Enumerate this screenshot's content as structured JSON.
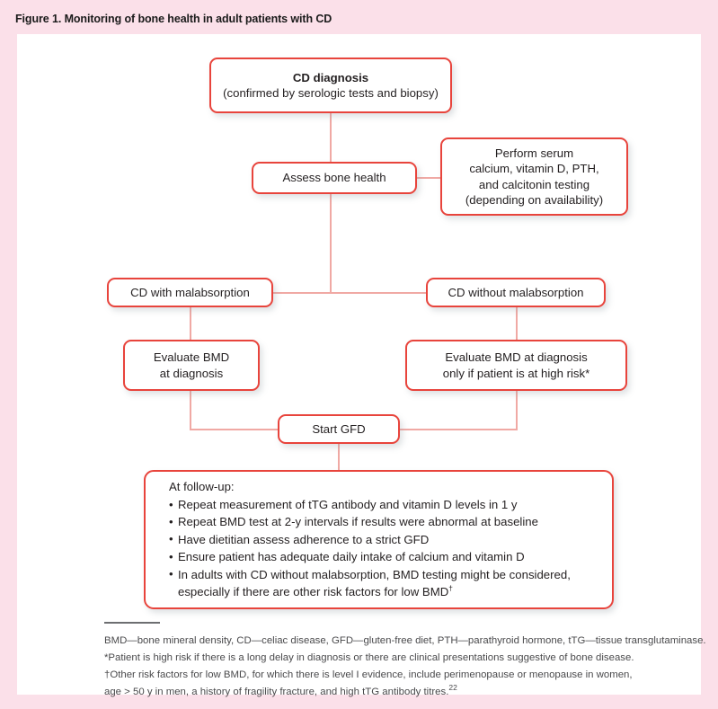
{
  "figure": {
    "caption": "Figure 1. Monitoring of bone health in adult patients with CD"
  },
  "colors": {
    "page_background": "#fbe0e9",
    "card_background": "#ffffff",
    "box_border": "#e8443c",
    "connector_line": "#f0a9a4",
    "text": "#231f20",
    "footnote_text": "#4a4a4c",
    "rule": "#6d6e71"
  },
  "flowchart": {
    "type": "flowchart",
    "nodes": {
      "diagnosis": {
        "title": "CD diagnosis",
        "subtitle": "(confirmed by serologic tests and biopsy)"
      },
      "assess": {
        "label": "Assess bone health"
      },
      "labs": {
        "line1": "Perform serum",
        "line2": "calcium, vitamin D, PTH,",
        "line3": "and calcitonin testing",
        "line4": "(depending on availability)"
      },
      "with_malabsorption": {
        "label": "CD with malabsorption"
      },
      "without_malabsorption": {
        "label": "CD without malabsorption"
      },
      "bmd_left": {
        "line1": "Evaluate BMD",
        "line2": "at diagnosis"
      },
      "bmd_right": {
        "line1": "Evaluate BMD at diagnosis",
        "line2": "only if patient is at high risk*"
      },
      "gfd": {
        "label": "Start GFD"
      },
      "followup": {
        "heading": "At follow-up:",
        "bullets": [
          "Repeat measurement of tTG antibody and vitamin D levels in 1 y",
          "Repeat BMD test at 2-y intervals if results were abnormal at baseline",
          "Have dietitian assess adherence to a strict GFD",
          "Ensure patient has adequate daily intake of calcium and vitamin D"
        ],
        "bullet_last_line1": "In adults with CD without malabsorption, BMD testing might be considered,",
        "bullet_last_line2": "especially if there are other risk factors for low BMD",
        "bullet_last_marker": "†"
      }
    },
    "edges": [
      {
        "from": "diagnosis",
        "to": "assess"
      },
      {
        "from": "assess",
        "to": "labs"
      },
      {
        "from": "assess",
        "to": "with_malabsorption"
      },
      {
        "from": "assess",
        "to": "without_malabsorption"
      },
      {
        "from": "with_malabsorption",
        "to": "bmd_left"
      },
      {
        "from": "without_malabsorption",
        "to": "bmd_right"
      },
      {
        "from": "bmd_left",
        "to": "gfd"
      },
      {
        "from": "bmd_right",
        "to": "gfd"
      },
      {
        "from": "gfd",
        "to": "followup"
      }
    ]
  },
  "footnotes": {
    "abbreviations": "BMD—bone mineral density, CD—celiac disease, GFD—gluten-free diet, PTH—parathyroid hormone, tTG—tissue transglutaminase.",
    "asterisk": "*Patient is high risk if there is a long delay in diagnosis or there are clinical presentations suggestive of bone disease.",
    "dagger_line1": "†Other risk factors for low BMD, for which there is level I evidence, include perimenopause or menopause in women,",
    "dagger_line2_text": "age > 50 y in men, a history of fragility fracture, and high tTG antibody titres.",
    "dagger_line2_ref": "22"
  }
}
